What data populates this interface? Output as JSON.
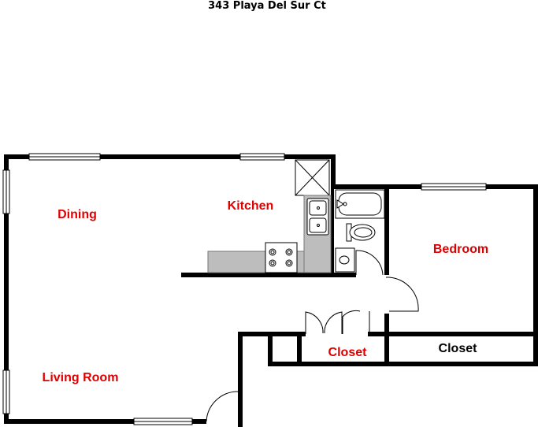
{
  "title": "343 Playa Del Sur Ct",
  "colors": {
    "wall": "#000000",
    "counter": "#bdbdbd",
    "label_red": "#e00000",
    "label_black": "#000000"
  },
  "rooms": [
    {
      "id": "dining",
      "label": "Dining",
      "color": "#e00000"
    },
    {
      "id": "kitchen",
      "label": "Kitchen",
      "color": "#e00000"
    },
    {
      "id": "bedroom",
      "label": "Bedroom",
      "color": "#e00000"
    },
    {
      "id": "closet1",
      "label": "Closet",
      "color": "#e00000"
    },
    {
      "id": "closet2",
      "label": "Closet",
      "color": "#000000"
    },
    {
      "id": "living",
      "label": "Living Room",
      "color": "#e00000"
    }
  ]
}
